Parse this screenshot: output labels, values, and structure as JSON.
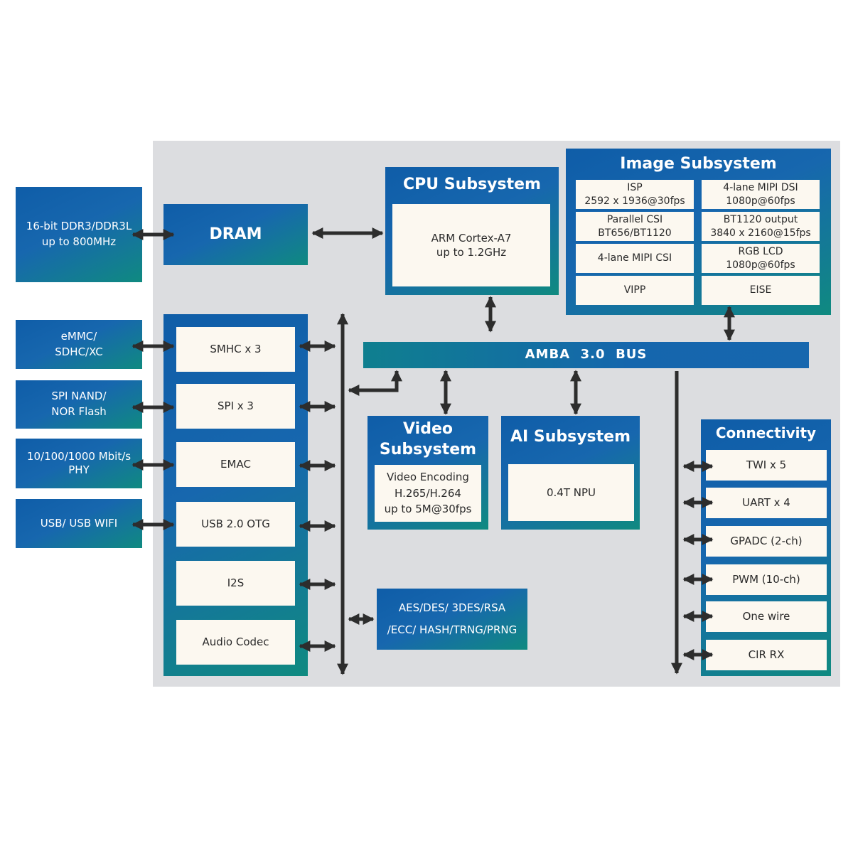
{
  "external": {
    "ddr": "16-bit DDR3/DDR3L\nup to 800MHz",
    "emmc": "eMMC/\nSDHC/XC",
    "spi_nand": "SPI NAND/\nNOR Flash",
    "phy": "10/100/1000 Mbit/s\nPHY",
    "usb": "USB/ USB WIFI"
  },
  "dram": {
    "label": "DRAM"
  },
  "cpu": {
    "title": "CPU Subsystem",
    "core": "ARM Cortex-A7\nup to 1.2GHz"
  },
  "image": {
    "title": "Image Subsystem",
    "cells": [
      "ISP\n2592 x 1936@30fps",
      "4-lane MIPI DSI\n1080p@60fps",
      "Parallel CSI\nBT656/BT1120",
      "BT1120 output\n3840 x 2160@15fps",
      "4-lane MIPI CSI",
      "RGB LCD\n1080p@60fps",
      "VIPP",
      "EISE"
    ]
  },
  "bus": {
    "label": "AMBA  3.0  BUS"
  },
  "peripherals": [
    "SMHC x 3",
    "SPI x 3",
    "EMAC",
    "USB 2.0 OTG",
    "I2S",
    "Audio Codec"
  ],
  "video": {
    "title": "Video\nSubsystem",
    "content": "Video Encoding\nH.265/H.264\nup to 5M@30fps"
  },
  "ai": {
    "title": "AI Subsystem",
    "content": "0.4T NPU"
  },
  "crypto": {
    "label": "AES/DES/ 3DES/RSA\n/ECC/ HASH/TRNG/PRNG"
  },
  "connectivity": {
    "title": "Connectivity",
    "items": [
      "TWI x 5",
      "UART x 4",
      "GPADC (2-ch)",
      "PWM (10-ch)",
      "One wire",
      "CIR RX"
    ]
  },
  "colors": {
    "box_blue": "#1767ae",
    "box_teal": "#0f8a80",
    "inner_cream": "#fcf8f0",
    "chip_gray": "#dcdde0",
    "arrow": "#2d2d2d"
  }
}
